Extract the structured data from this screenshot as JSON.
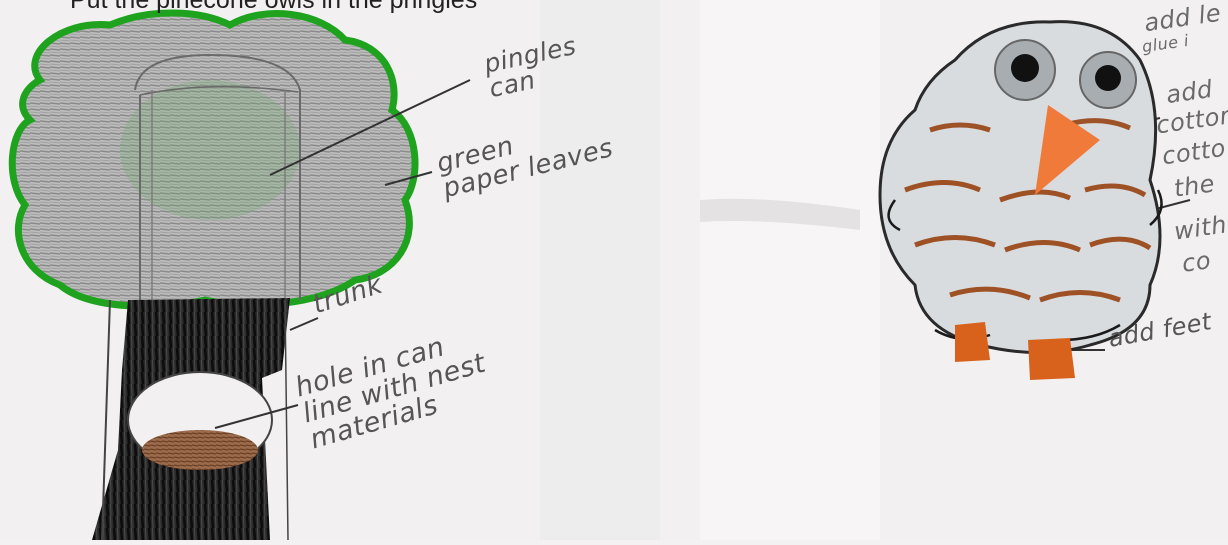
{
  "caption": "Put the pinecone owls in the pringles",
  "tree_labels": {
    "pingles": "pingles\ncan",
    "leaves": "green\npaper leaves",
    "trunk": "trunk",
    "hole": "hole in can\nline with nest\nmaterials"
  },
  "owl_labels": {
    "notes": [
      "add le",
      "glue i",
      "add",
      "cotton",
      "cotto",
      "the",
      "with",
      "co"
    ],
    "feet": "add feet"
  },
  "colors": {
    "paper": "#f3f1f2",
    "leaves_green": "#2aa42a",
    "trunk_black": "#1a1a1a",
    "nest_brown": "#8a5a3a",
    "owl_brown": "#9a4a1c",
    "beak_orange": "#f07a3a",
    "feet_orange": "#d8621c"
  }
}
